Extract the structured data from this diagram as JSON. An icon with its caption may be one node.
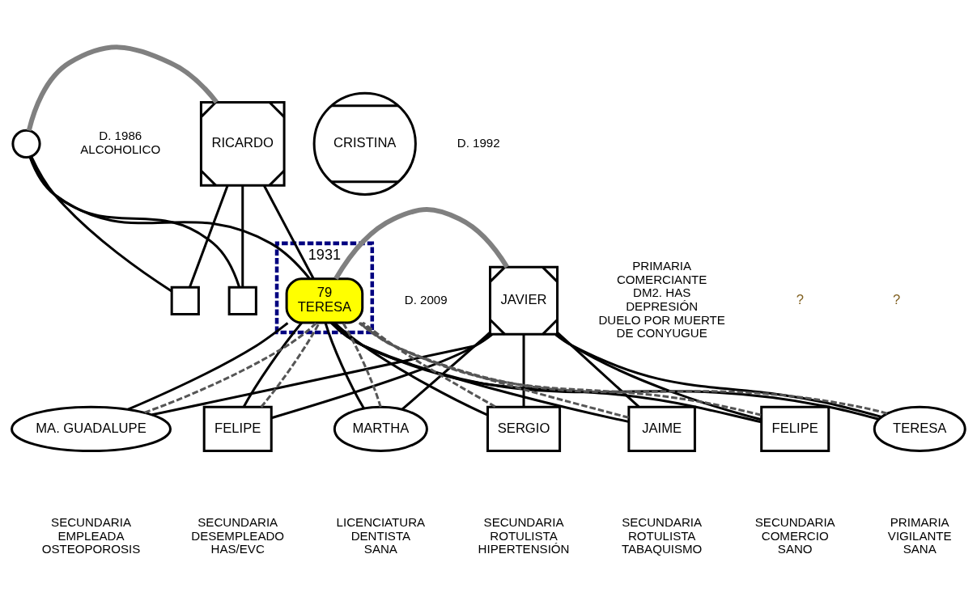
{
  "diagram": {
    "nodes": [
      {
        "text": [
          "RICARDO"
        ],
        "beside": [
          "D. 1986",
          "ALCOHOLICO"
        ]
      },
      {
        "text": [],
        "shape": "circle"
      },
      {
        "text": [
          "CRISTINA"
        ],
        "beside": [
          "D. 1992"
        ]
      },
      {
        "text": [],
        "shape": "box"
      },
      {
        "text": [],
        "shape": "box"
      },
      {
        "text": [
          "1931"
        ]
      },
      {
        "text": [
          "79",
          "TERESA"
        ],
        "in": 5,
        "beside": [
          "PRIMARIA",
          "COMERCIANTE",
          "DM2. HAS",
          "DEPRESIÓN",
          "DUELO POR MUERTE",
          "DE CONYUGUE"
        ]
      },
      {
        "text": [
          "JAVIER"
        ],
        "beside": [
          "D. 2009"
        ]
      },
      {
        "text": [
          "MA. GUADALUPE"
        ],
        "beside": [
          "SECUNDARIA",
          "EMPLEADA",
          "OSTEOPOROSIS"
        ]
      },
      {
        "text": [
          "FELIPE"
        ],
        "beside": [
          "SECUNDARIA",
          "DESEMPLEADO",
          "HAS/EVC"
        ]
      },
      {
        "text": [
          "MARTHA"
        ],
        "beside": [
          "LICENCIATURA",
          "DENTISTA",
          "SANA"
        ]
      },
      {
        "text": [
          "SERGIO"
        ],
        "beside": [
          "SECUNDARIA",
          "ROTULISTA",
          "HIPERTENSIÓN"
        ]
      },
      {
        "text": [
          "JAIME"
        ],
        "beside": [
          "SECUNDARIA",
          "ROTULISTA",
          "TABAQUISMO"
        ]
      },
      {
        "text": [
          "FELIPE"
        ],
        "beside": [
          "SECUNDARIA",
          "COMERCIO",
          "SANO"
        ]
      },
      {
        "text": [
          "TERESA"
        ],
        "beside": [
          "PRIMARIA",
          "VIGILANTE",
          "SANA"
        ]
      }
    ],
    "edges": [
      {
        "from": 0,
        "to": 1,
        "arrow": "none",
        "style": "thick",
        "color": "#808080"
      },
      {
        "from": 0,
        "to": 6,
        "arrow": "none"
      },
      {
        "from": 1,
        "to": 6,
        "arrow": "none"
      },
      {
        "from": 0,
        "to": 3,
        "arrow": "none"
      },
      {
        "from": 1,
        "to": 3,
        "arrow": "none"
      },
      {
        "from": 0,
        "to": 4,
        "arrow": "none"
      },
      {
        "from": 1,
        "to": 4,
        "arrow": "none"
      },
      {
        "from": 7,
        "to": 6,
        "arrow": "none",
        "style": "thick",
        "color": "#808080"
      },
      {
        "from": 7,
        "to": 8,
        "arrow": "none"
      },
      {
        "from": 6,
        "to": 8,
        "arrow": "none"
      },
      {
        "from": 7,
        "to": 9,
        "arrow": "none"
      },
      {
        "from": 6,
        "to": 9,
        "arrow": "none"
      },
      {
        "from": 7,
        "to": 10,
        "arrow": "none"
      },
      {
        "from": 6,
        "to": 10,
        "arrow": "none"
      },
      {
        "from": 7,
        "to": 11,
        "arrow": "none"
      },
      {
        "from": 6,
        "to": 11,
        "arrow": "none"
      },
      {
        "from": 7,
        "to": 12,
        "arrow": "none"
      },
      {
        "from": 6,
        "to": 12,
        "arrow": "none"
      },
      {
        "from": 7,
        "to": 13,
        "arrow": "none"
      },
      {
        "from": 6,
        "to": 13,
        "arrow": "none"
      },
      {
        "from": 7,
        "to": 14,
        "arrow": "none"
      },
      {
        "from": 6,
        "to": 14,
        "arrow": "none"
      },
      {
        "from": 8,
        "to": 6,
        "arrow": "none",
        "style": "dashed",
        "color": "#555555"
      },
      {
        "from": 9,
        "to": 6,
        "arrow": "none",
        "style": "dashed",
        "color": "#555555"
      },
      {
        "from": 10,
        "to": 6,
        "arrow": "none",
        "style": "dashed",
        "color": "#555555"
      },
      {
        "from": 11,
        "to": 6,
        "arrow": "none",
        "style": "dashed",
        "color": "#555555"
      },
      {
        "from": 12,
        "to": 6,
        "arrow": "none",
        "style": "dashed",
        "color": "#555555"
      },
      {
        "from": 13,
        "to": 6,
        "arrow": "none",
        "style": "dashed",
        "color": "#555555"
      },
      {
        "from": 14,
        "to": 6,
        "arrow": "none",
        "style": "dashed",
        "color": "#555555"
      }
    ],
    "labels": [
      "?",
      "?"
    ]
  }
}
